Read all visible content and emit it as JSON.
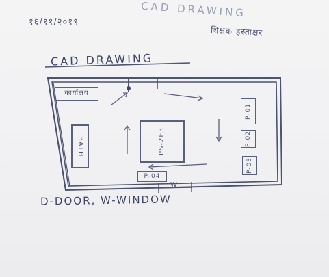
{
  "header": {
    "top_title": "CAD DRAWING",
    "date_label": "१६/११/२०१९",
    "right_note": "शिक्षक हस्ताक्षर",
    "heading": "CAD DRAWING"
  },
  "plan": {
    "top_left_label": "कार्यालय",
    "left_box": "BATH",
    "center_box": "PS-2E3",
    "bottom_box": "P-04",
    "window_label": "W",
    "right_boxes": [
      "P-01",
      "P-02",
      "P-03"
    ]
  },
  "legend": "D-DOOR, W-WINDOW",
  "colors": {
    "paper": "#f2f2f4",
    "ink": "#4f5572"
  }
}
